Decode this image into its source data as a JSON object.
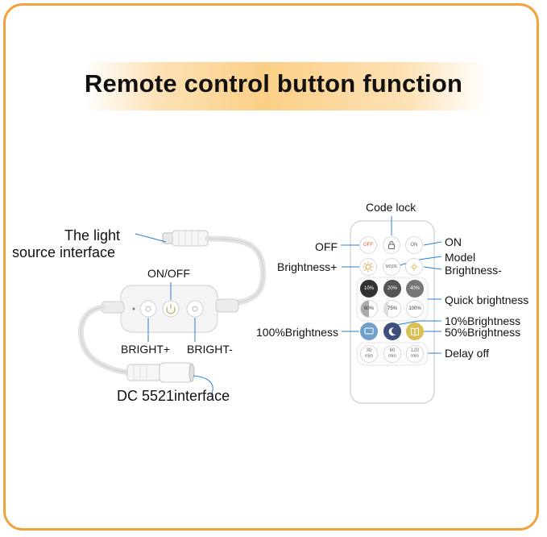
{
  "title": "Remote control button function",
  "controller": {
    "light_source_line1": "The light",
    "light_source_line2": "source interface",
    "on_off": "ON/OFF",
    "bright_plus": "BRIGHT+",
    "bright_minus": "BRIGHT-",
    "dc_interface": "DC 5521interface"
  },
  "remote_labels": {
    "code_lock": "Code lock",
    "off": "OFF",
    "on": "ON",
    "model": "Model",
    "brightness_plus": "Brightness+",
    "brightness_minus": "Brightness-",
    "quick_brightness": "Quick brightness",
    "brightness_10": "10%Brightness",
    "brightness_50": "50%Brightness",
    "brightness_100": "100%Brightness",
    "delay_off": "Delay off"
  },
  "remote_buttons": {
    "off": "OFF",
    "on": "ON",
    "mode": "MODE",
    "q10": "10%",
    "q20": "20%",
    "q40": "40%",
    "q60": "60%",
    "q75": "75%",
    "q100": "100%",
    "t30": "30",
    "t60": "60",
    "t120": "120",
    "min": "min"
  }
}
